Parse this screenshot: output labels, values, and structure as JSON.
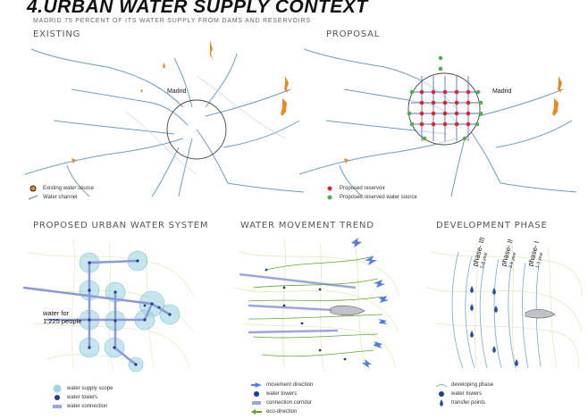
{
  "title": "4.URBAN WATER SUPPLY CONTEXT",
  "subtitle": "MADRID 75 PERCENT OF ITS WATER SUPPLY FROM DAMS AND RESERVOIRS",
  "panels": {
    "existing": {
      "heading": "EXISTING",
      "city_label": "Madrid",
      "legend": [
        {
          "label": "Existing water source",
          "icon": "orange-ring-icon"
        },
        {
          "label": "Water channel",
          "icon": "blue-line-icon"
        }
      ]
    },
    "proposal": {
      "heading": "PROPOSAL",
      "city_label": "Madrid",
      "legend": [
        {
          "label": "Proposed reservoir",
          "icon": "red-dot-icon"
        },
        {
          "label": "Proposed reserved water source",
          "icon": "green-dot-icon"
        }
      ]
    },
    "system": {
      "heading": "PROPOSED URBAN WATER SYSTEM",
      "note_line1": "water for",
      "note_line2": "1,225 people",
      "legend": [
        {
          "label": "water supply scope",
          "icon": "cyan-circle-icon"
        },
        {
          "label": "water towers",
          "icon": "navy-dot-icon"
        },
        {
          "label": "water connection",
          "icon": "blue-bar-icon"
        }
      ]
    },
    "movement": {
      "heading": "WATER MOVEMENT TREND",
      "legend": [
        {
          "label": "movement direction",
          "icon": "blue-arrow-icon"
        },
        {
          "label": "water towers",
          "icon": "navy-dot-icon"
        },
        {
          "label": "connection corridor",
          "icon": "lavender-bar-icon"
        },
        {
          "label": "eco-direction",
          "icon": "green-arrow-icon"
        }
      ]
    },
    "phase": {
      "heading": "DEVELOPMENT PHASE",
      "phases": [
        {
          "name": "phase- III",
          "years": "5-8 year"
        },
        {
          "name": "phase- II",
          "years": "3-5 year"
        },
        {
          "name": "phase- I",
          "years": "1-3 year"
        }
      ],
      "legend": [
        {
          "label": "developing phase",
          "icon": "arc-icon"
        },
        {
          "label": "water towers",
          "icon": "navy-dot-icon"
        },
        {
          "label": "transfer points",
          "icon": "drop-icon"
        }
      ]
    }
  },
  "colors": {
    "river": "#6b9cc4",
    "source": "#e8891e",
    "reservoir": "#d9262b",
    "reserve": "#4caf50",
    "scope": "#9fd6e2",
    "tower": "#1f3f8a",
    "corridor": "#9aa6dd",
    "eco": "#5aa832"
  }
}
